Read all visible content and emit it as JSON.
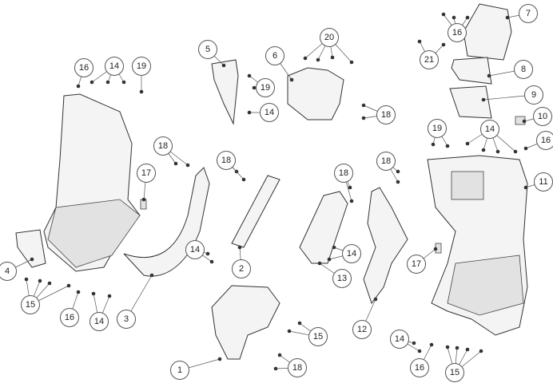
{
  "diagram": {
    "callouts": [
      "16",
      "14",
      "19",
      "5",
      "6",
      "20",
      "19",
      "14",
      "18",
      "7",
      "16",
      "21",
      "8",
      "9",
      "10",
      "19",
      "14",
      "16",
      "11",
      "18",
      "17",
      "18",
      "18",
      "18",
      "14",
      "2",
      "14",
      "13",
      "17",
      "12",
      "4",
      "15",
      "16",
      "14",
      "3",
      "15",
      "1",
      "18",
      "14",
      "16",
      "15"
    ]
  }
}
